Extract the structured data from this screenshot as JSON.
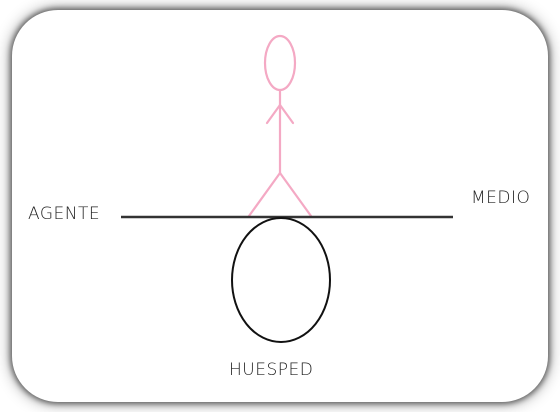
{
  "labels": {
    "agent": "AGENTE",
    "medium": "MEDIO",
    "host": "HUESPED"
  },
  "colors": {
    "figure": "#f4a9c4",
    "line": "#333333",
    "circle": "#111111",
    "text": "#222222",
    "background": "#ffffff"
  }
}
